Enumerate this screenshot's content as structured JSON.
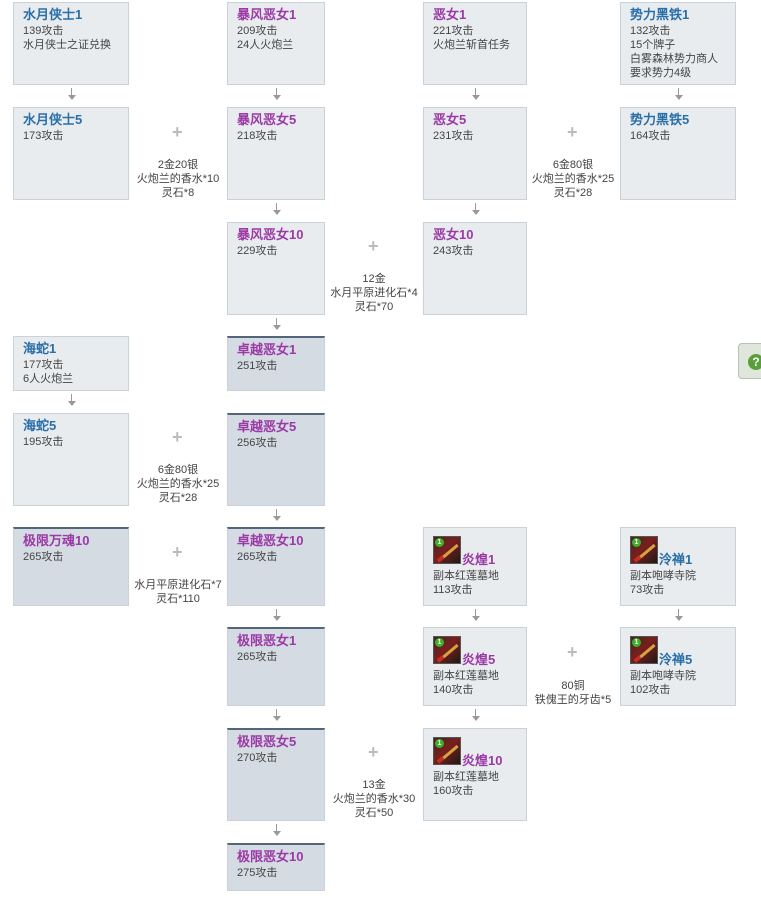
{
  "nodes": {
    "shuiyue1": {
      "title": "水月侠士1",
      "lines": [
        "139攻击",
        "水月侠士之证兑换"
      ]
    },
    "shuiyue5": {
      "title": "水月侠士5",
      "lines": [
        "173攻击"
      ]
    },
    "baofeng1": {
      "title": "暴风恶女1",
      "lines": [
        "209攻击",
        "24人火炮兰"
      ]
    },
    "baofeng5": {
      "title": "暴风恶女5",
      "lines": [
        "218攻击"
      ]
    },
    "baofeng10": {
      "title": "暴风恶女10",
      "lines": [
        "229攻击"
      ]
    },
    "enu1": {
      "title": "恶女1",
      "lines": [
        "221攻击",
        "火炮兰斩首任务"
      ]
    },
    "enu5": {
      "title": "恶女5",
      "lines": [
        "231攻击"
      ]
    },
    "enu10": {
      "title": "恶女10",
      "lines": [
        "243攻击"
      ]
    },
    "heitie1": {
      "title": "势力黑铁1",
      "lines": [
        "132攻击",
        "15个牌子",
        "白雾森林势力商人",
        "要求势力4级"
      ]
    },
    "heitie5": {
      "title": "势力黑铁5",
      "lines": [
        "164攻击"
      ]
    },
    "haishe1": {
      "title": "海蛇1",
      "lines": [
        "177攻击",
        "6人火炮兰"
      ]
    },
    "haishe5": {
      "title": "海蛇5",
      "lines": [
        "195攻击"
      ]
    },
    "zhuoyue1": {
      "title": "卓越恶女1",
      "lines": [
        "251攻击"
      ]
    },
    "zhuoyue5": {
      "title": "卓越恶女5",
      "lines": [
        "256攻击"
      ]
    },
    "zhuoyue10": {
      "title": "卓越恶女10",
      "lines": [
        "265攻击"
      ]
    },
    "jixianwanhun10": {
      "title": "极限万魂10",
      "lines": [
        "265攻击"
      ]
    },
    "jixian1": {
      "title": "极限恶女1",
      "lines": [
        "265攻击"
      ]
    },
    "jixian5": {
      "title": "极限恶女5",
      "lines": [
        "270攻击"
      ]
    },
    "jixian10": {
      "title": "极限恶女10",
      "lines": [
        "275攻击"
      ]
    },
    "yanhuang1": {
      "title": "炎煌1",
      "lines": [
        "副本红莲墓地",
        "113攻击"
      ]
    },
    "yanhuang5": {
      "title": "炎煌5",
      "lines": [
        "副本红莲墓地",
        "140攻击"
      ]
    },
    "yanhuang10": {
      "title": "炎煌10",
      "lines": [
        "副本红莲墓地",
        "160攻击"
      ]
    },
    "lengchan1": {
      "title": "泠禅1",
      "lines": [
        "副本咆哮寺院",
        "73攻击"
      ]
    },
    "lengchan5": {
      "title": "泠禅5",
      "lines": [
        "副本咆哮寺院",
        "102攻击"
      ]
    }
  },
  "costs": {
    "c1": [
      "2金20银",
      "火炮兰的香水*10",
      "灵石*8"
    ],
    "c2": [
      "6金80银",
      "火炮兰的香水*25",
      "灵石*28"
    ],
    "c3": [
      "12金",
      "水月平原进化石*4",
      "灵石*70"
    ],
    "c4": [
      "6金80银",
      "火炮兰的香水*25",
      "灵石*28"
    ],
    "c5": [
      "水月平原进化石*7",
      "灵石*110"
    ],
    "c6": [
      "80铜",
      "铁傀王的牙齿*5"
    ],
    "c7": [
      "13金",
      "火炮兰的香水*30",
      "灵石*50"
    ]
  },
  "icon_badge": "1",
  "help_label": "?"
}
